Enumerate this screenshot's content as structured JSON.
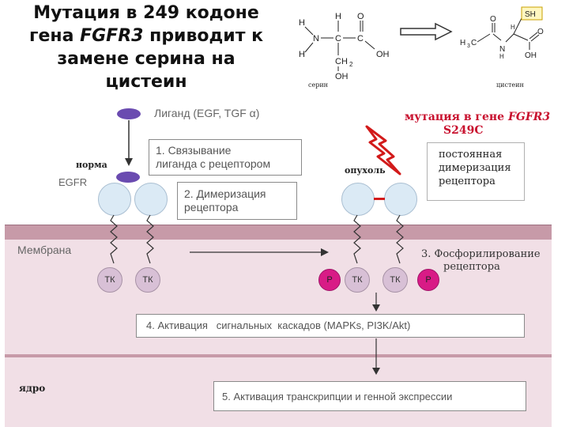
{
  "title": {
    "line1": "Мутация в 249 кодоне",
    "line2_prefix": "гена ",
    "line2_gene": "FGFR3",
    "line2_suffix": " приводит к",
    "line3": "замене серина на",
    "line4": "цистеин"
  },
  "chem": {
    "serine_label": "серин",
    "cysteine_label": "цистеин",
    "sh_label": "SH"
  },
  "diagram": {
    "ligand": "Лиганд (EGF, TGF α)",
    "norma": "норма",
    "egfr": "EGFR",
    "step1": [
      "1. Связывание",
      "лиганда с рецептором"
    ],
    "step2": [
      "2. Димеризация",
      "рецептора"
    ],
    "mutation_title": "мутация в гене",
    "mutation_gene": "FGFR3",
    "mutation_code": "S249C",
    "tumor": "опухоль",
    "constant_dimerization": [
      "постоянная",
      "димеризация",
      "рецептора"
    ],
    "membrane": "Мембрана",
    "step3": [
      "3. Фосфорилирование",
      "рецептора"
    ],
    "tk": "ТК",
    "p": "P",
    "step4": "4. Активация   сигнальных  каскадов (MAPKs, PI3K/Akt)",
    "nucleus": "ядро",
    "step5": "5. Активация транскрипции и генной экспрессии"
  }
}
